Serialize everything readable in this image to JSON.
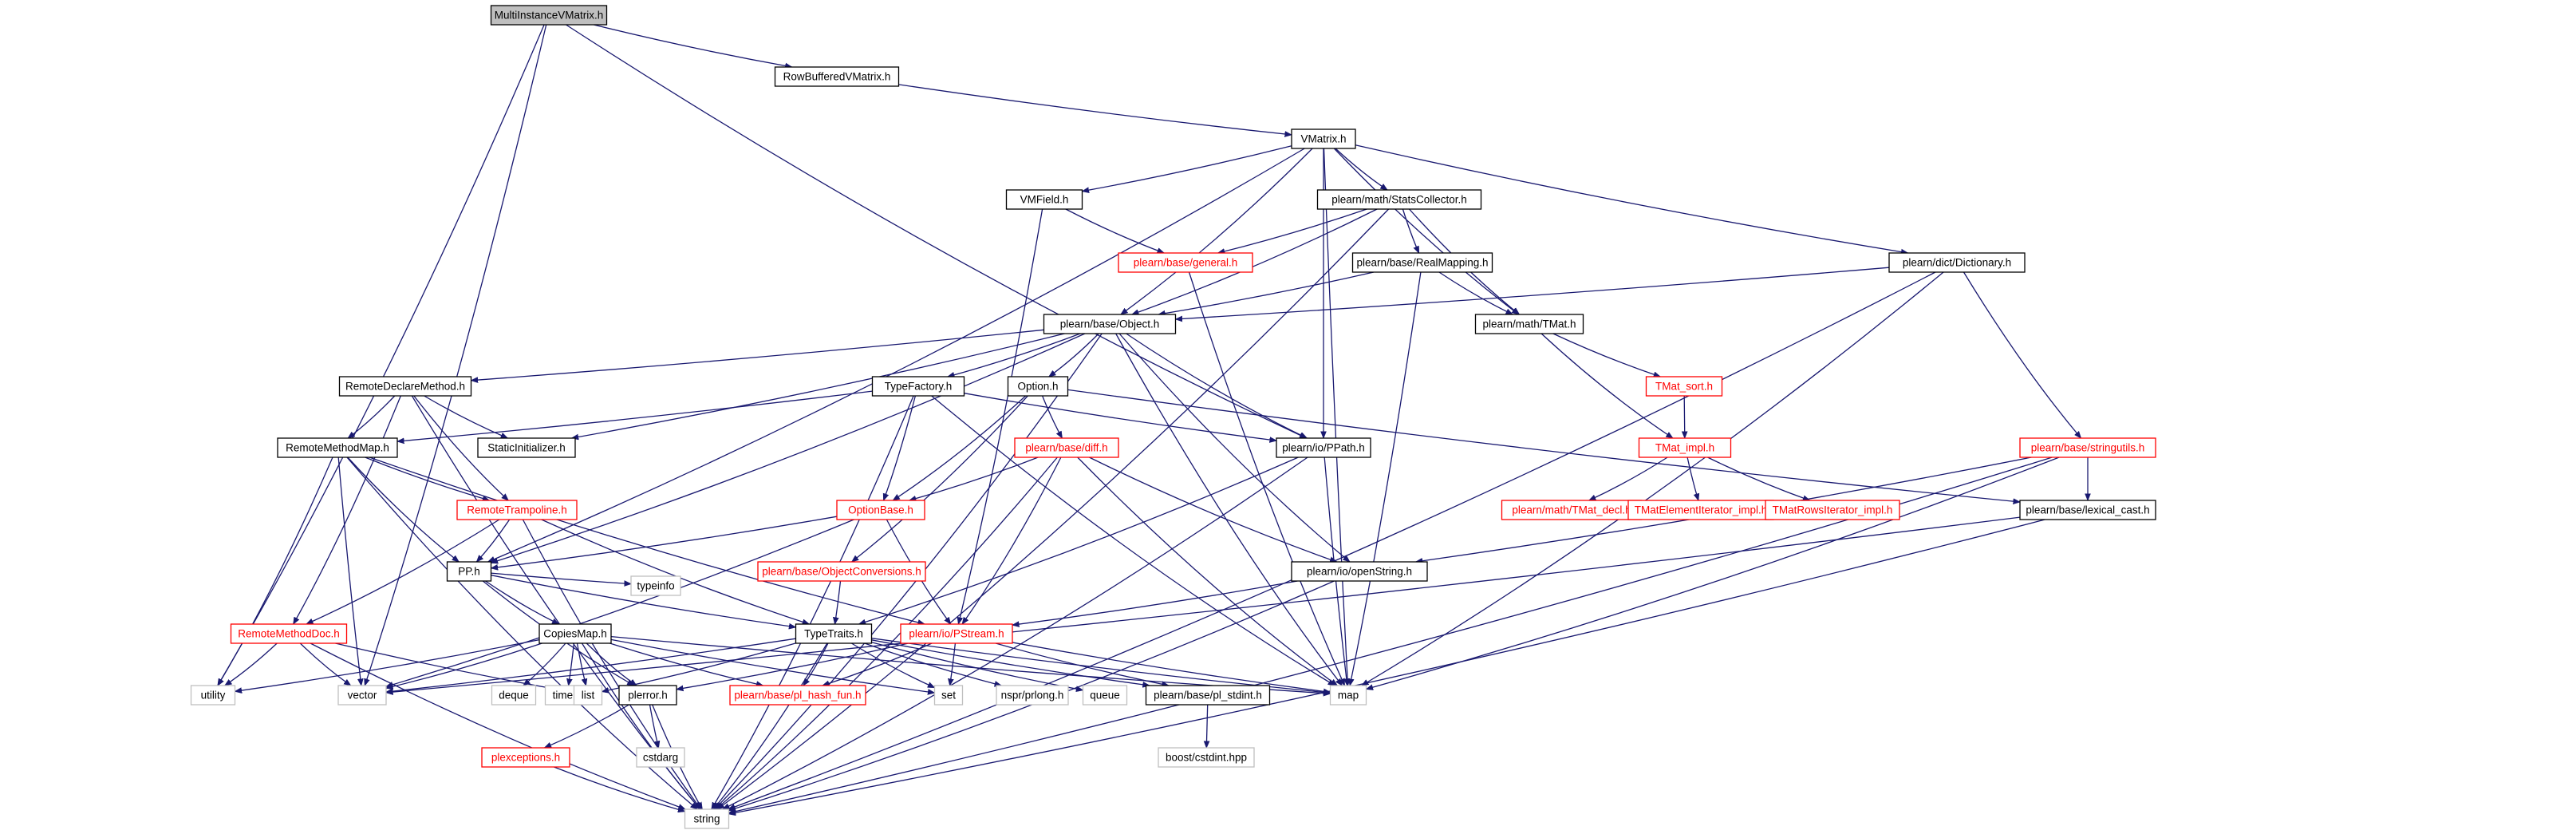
{
  "colors": {
    "edge": "#191970",
    "root_fill": "#bfbfbf",
    "normal_border": "#000000",
    "red_border": "#ff0000",
    "ext_border": "#bfbfbf",
    "text": "#000000",
    "red_text": "#ff0000"
  },
  "nodes": [
    {
      "id": "n0",
      "label": "MultiInstanceVMatrix.h",
      "kind": "root"
    },
    {
      "id": "n1",
      "label": "RowBufferedVMatrix.h",
      "kind": "normal"
    },
    {
      "id": "n2",
      "label": "VMatrix.h",
      "kind": "normal"
    },
    {
      "id": "n3",
      "label": "VMField.h",
      "kind": "normal"
    },
    {
      "id": "n4",
      "label": "plearn/math/StatsCollector.h",
      "kind": "normal"
    },
    {
      "id": "n5",
      "label": "plearn/base/general.h",
      "kind": "red"
    },
    {
      "id": "n6",
      "label": "plearn/base/RealMapping.h",
      "kind": "normal"
    },
    {
      "id": "n7",
      "label": "plearn/dict/Dictionary.h",
      "kind": "normal"
    },
    {
      "id": "n8",
      "label": "plearn/base/Object.h",
      "kind": "normal"
    },
    {
      "id": "n9",
      "label": "plearn/math/TMat.h",
      "kind": "normal"
    },
    {
      "id": "n10",
      "label": "RemoteDeclareMethod.h",
      "kind": "normal"
    },
    {
      "id": "n11",
      "label": "TypeFactory.h",
      "kind": "normal"
    },
    {
      "id": "n12",
      "label": "Option.h",
      "kind": "normal"
    },
    {
      "id": "n13",
      "label": "TMat_sort.h",
      "kind": "red"
    },
    {
      "id": "n14",
      "label": "RemoteMethodMap.h",
      "kind": "normal"
    },
    {
      "id": "n15",
      "label": "StaticInitializer.h",
      "kind": "normal"
    },
    {
      "id": "n16",
      "label": "plearn/base/diff.h",
      "kind": "red"
    },
    {
      "id": "n17",
      "label": "plearn/io/PPath.h",
      "kind": "normal"
    },
    {
      "id": "n18",
      "label": "TMat_impl.h",
      "kind": "red"
    },
    {
      "id": "n19",
      "label": "plearn/base/stringutils.h",
      "kind": "red"
    },
    {
      "id": "n20",
      "label": "RemoteTrampoline.h",
      "kind": "red"
    },
    {
      "id": "n21",
      "label": "OptionBase.h",
      "kind": "red"
    },
    {
      "id": "n22",
      "label": "plearn/math/TMat_decl.h",
      "kind": "red"
    },
    {
      "id": "n23",
      "label": "TMatElementIterator_impl.h",
      "kind": "red"
    },
    {
      "id": "n24",
      "label": "TMatRowsIterator_impl.h",
      "kind": "red"
    },
    {
      "id": "n25",
      "label": "plearn/base/lexical_cast.h",
      "kind": "normal"
    },
    {
      "id": "n26",
      "label": "PP.h",
      "kind": "normal"
    },
    {
      "id": "n27",
      "label": "plearn/base/ObjectConversions.h",
      "kind": "red"
    },
    {
      "id": "n28",
      "label": "plearn/io/openString.h",
      "kind": "normal"
    },
    {
      "id": "n29",
      "label": "CopiesMap.h",
      "kind": "normal"
    },
    {
      "id": "n30",
      "label": "typeinfo",
      "kind": "ext"
    },
    {
      "id": "n31",
      "label": "RemoteMethodDoc.h",
      "kind": "red"
    },
    {
      "id": "n32",
      "label": "TypeTraits.h",
      "kind": "normal"
    },
    {
      "id": "n33",
      "label": "plearn/io/PStream.h",
      "kind": "red"
    },
    {
      "id": "n34",
      "label": "utility",
      "kind": "ext"
    },
    {
      "id": "n35",
      "label": "vector",
      "kind": "ext"
    },
    {
      "id": "n36",
      "label": "deque",
      "kind": "ext"
    },
    {
      "id": "n37",
      "label": "time.h",
      "kind": "ext"
    },
    {
      "id": "n38",
      "label": "list",
      "kind": "ext"
    },
    {
      "id": "n39",
      "label": "plerror.h",
      "kind": "normal"
    },
    {
      "id": "n40",
      "label": "plearn/base/pl_hash_fun.h",
      "kind": "red"
    },
    {
      "id": "n41",
      "label": "set",
      "kind": "ext"
    },
    {
      "id": "n42",
      "label": "nspr/prlong.h",
      "kind": "ext"
    },
    {
      "id": "n43",
      "label": "queue",
      "kind": "ext"
    },
    {
      "id": "n44",
      "label": "plearn/base/pl_stdint.h",
      "kind": "normal"
    },
    {
      "id": "n45",
      "label": "map",
      "kind": "ext"
    },
    {
      "id": "n46",
      "label": "plexceptions.h",
      "kind": "red"
    },
    {
      "id": "n47",
      "label": "cstdarg",
      "kind": "ext"
    },
    {
      "id": "n48",
      "label": "boost/cstdint.hpp",
      "kind": "ext"
    },
    {
      "id": "n49",
      "label": "string",
      "kind": "ext"
    }
  ],
  "edges": [
    [
      "n0",
      "n1"
    ],
    [
      "n0",
      "n34"
    ],
    [
      "n0",
      "n35"
    ],
    [
      "n0",
      "n17"
    ],
    [
      "n1",
      "n2"
    ],
    [
      "n2",
      "n3"
    ],
    [
      "n2",
      "n4"
    ],
    [
      "n2",
      "n8"
    ],
    [
      "n2",
      "n9"
    ],
    [
      "n2",
      "n7"
    ],
    [
      "n2",
      "n17"
    ],
    [
      "n2",
      "n26"
    ],
    [
      "n2",
      "n45"
    ],
    [
      "n3",
      "n5"
    ],
    [
      "n3",
      "n33"
    ],
    [
      "n4",
      "n5"
    ],
    [
      "n4",
      "n6"
    ],
    [
      "n4",
      "n8"
    ],
    [
      "n4",
      "n9"
    ],
    [
      "n4",
      "n49"
    ],
    [
      "n5",
      "n45"
    ],
    [
      "n6",
      "n8"
    ],
    [
      "n6",
      "n9"
    ],
    [
      "n6",
      "n45"
    ],
    [
      "n7",
      "n8"
    ],
    [
      "n7",
      "n19"
    ],
    [
      "n7",
      "n45"
    ],
    [
      "n7",
      "n49"
    ],
    [
      "n8",
      "n10"
    ],
    [
      "n8",
      "n11"
    ],
    [
      "n8",
      "n12"
    ],
    [
      "n8",
      "n15"
    ],
    [
      "n8",
      "n17"
    ],
    [
      "n8",
      "n26"
    ],
    [
      "n8",
      "n28"
    ],
    [
      "n8",
      "n45"
    ],
    [
      "n8",
      "n49"
    ],
    [
      "n9",
      "n13"
    ],
    [
      "n9",
      "n18"
    ],
    [
      "n10",
      "n14"
    ],
    [
      "n10",
      "n15"
    ],
    [
      "n10",
      "n20"
    ],
    [
      "n10",
      "n31"
    ],
    [
      "n10",
      "n49"
    ],
    [
      "n11",
      "n14"
    ],
    [
      "n11",
      "n21"
    ],
    [
      "n11",
      "n17"
    ],
    [
      "n11",
      "n49"
    ],
    [
      "n11",
      "n45"
    ],
    [
      "n12",
      "n21"
    ],
    [
      "n12",
      "n16"
    ],
    [
      "n12",
      "n25"
    ],
    [
      "n12",
      "n27"
    ],
    [
      "n13",
      "n18"
    ],
    [
      "n14",
      "n20"
    ],
    [
      "n14",
      "n26"
    ],
    [
      "n14",
      "n33"
    ],
    [
      "n14",
      "n34"
    ],
    [
      "n14",
      "n35"
    ],
    [
      "n14",
      "n49"
    ],
    [
      "n16",
      "n21"
    ],
    [
      "n16",
      "n28"
    ],
    [
      "n16",
      "n33"
    ],
    [
      "n16",
      "n45"
    ],
    [
      "n16",
      "n49"
    ],
    [
      "n17",
      "n32"
    ],
    [
      "n17",
      "n45"
    ],
    [
      "n17",
      "n49"
    ],
    [
      "n18",
      "n22"
    ],
    [
      "n18",
      "n23"
    ],
    [
      "n18",
      "n24"
    ],
    [
      "n19",
      "n25"
    ],
    [
      "n19",
      "n28"
    ],
    [
      "n19",
      "n45"
    ],
    [
      "n19",
      "n49"
    ],
    [
      "n20",
      "n26"
    ],
    [
      "n20",
      "n31"
    ],
    [
      "n20",
      "n32"
    ],
    [
      "n20",
      "n49"
    ],
    [
      "n21",
      "n26"
    ],
    [
      "n21",
      "n33"
    ],
    [
      "n21",
      "n35"
    ],
    [
      "n25",
      "n35"
    ],
    [
      "n25",
      "n49"
    ],
    [
      "n26",
      "n29"
    ],
    [
      "n26",
      "n30"
    ],
    [
      "n26",
      "n32"
    ],
    [
      "n26",
      "n39"
    ],
    [
      "n27",
      "n32"
    ],
    [
      "n28",
      "n33"
    ],
    [
      "n28",
      "n49"
    ],
    [
      "n29",
      "n34"
    ],
    [
      "n29",
      "n35"
    ],
    [
      "n29",
      "n36"
    ],
    [
      "n29",
      "n37"
    ],
    [
      "n29",
      "n38"
    ],
    [
      "n29",
      "n39"
    ],
    [
      "n29",
      "n40"
    ],
    [
      "n29",
      "n41"
    ],
    [
      "n29",
      "n45"
    ],
    [
      "n29",
      "n49"
    ],
    [
      "n31",
      "n34"
    ],
    [
      "n31",
      "n35"
    ],
    [
      "n31",
      "n38"
    ],
    [
      "n31",
      "n49"
    ],
    [
      "n32",
      "n35"
    ],
    [
      "n32",
      "n38"
    ],
    [
      "n32",
      "n40"
    ],
    [
      "n32",
      "n41"
    ],
    [
      "n32",
      "n42"
    ],
    [
      "n32",
      "n43"
    ],
    [
      "n32",
      "n44"
    ],
    [
      "n32",
      "n45"
    ],
    [
      "n32",
      "n49"
    ],
    [
      "n33",
      "n39"
    ],
    [
      "n33",
      "n40"
    ],
    [
      "n33",
      "n41"
    ],
    [
      "n33",
      "n44"
    ],
    [
      "n33",
      "n45"
    ],
    [
      "n39",
      "n46"
    ],
    [
      "n39",
      "n47"
    ],
    [
      "n39",
      "n49"
    ],
    [
      "n44",
      "n48"
    ],
    [
      "n46",
      "n49"
    ]
  ]
}
